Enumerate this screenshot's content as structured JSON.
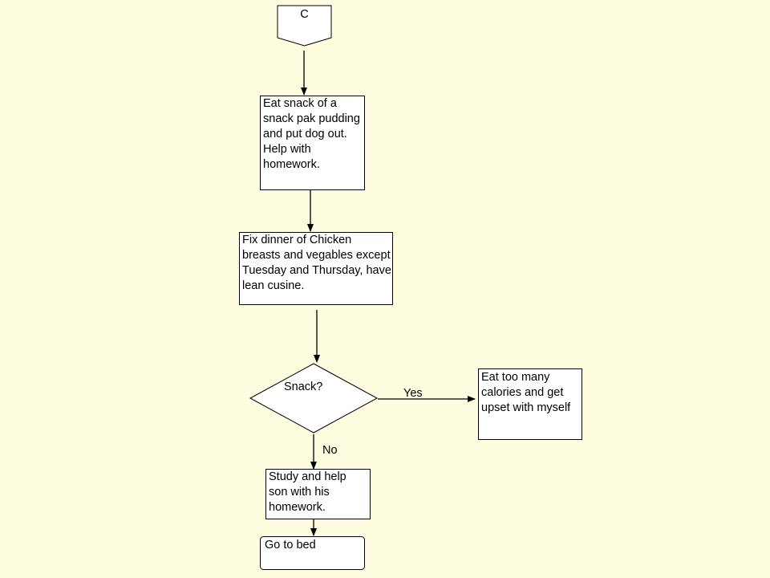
{
  "colors": {
    "background": "#FFFDE0",
    "box_fill": "#FFFFFF",
    "stroke": "#000000"
  },
  "flowchart": {
    "connector": {
      "text": "C"
    },
    "steps": [
      {
        "id": "snack-step",
        "text": "Eat snack of a snack pak pudding and put dog out. Help with homework."
      },
      {
        "id": "dinner-step",
        "text": "Fix dinner of Chicken breasts and vegables except Tuesday and Thursday, have lean cusine."
      }
    ],
    "decision": {
      "text": "Snack?"
    },
    "yes_branch": {
      "edge_label": "Yes",
      "text": "Eat too many calories and get upset with myself"
    },
    "no_branch": {
      "edge_label": "No",
      "text": "Study and help son with his homework."
    },
    "end": {
      "text": "Go to bed"
    }
  }
}
